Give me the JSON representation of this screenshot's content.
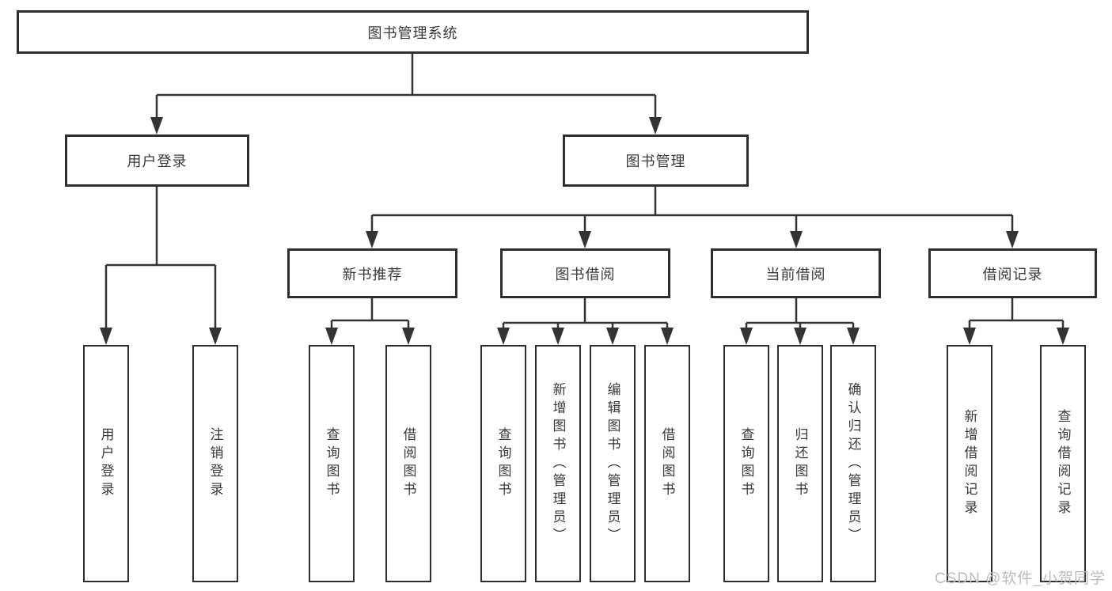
{
  "diagram": {
    "root": {
      "label": "图书管理系统"
    },
    "level2": [
      {
        "label": "用户登录"
      },
      {
        "label": "图书管理"
      }
    ],
    "level3": [
      {
        "label": "新书推荐"
      },
      {
        "label": "图书借阅"
      },
      {
        "label": "当前借阅"
      },
      {
        "label": "借阅记录"
      }
    ],
    "leaves": {
      "user_login": [
        {
          "label": "用户登录"
        },
        {
          "label": "注销登录"
        }
      ],
      "new_book": [
        {
          "label": "查询图书"
        },
        {
          "label": "借阅图书"
        }
      ],
      "book_borrow": [
        {
          "label": "查询图书"
        },
        {
          "label": "新增图书（管理员）"
        },
        {
          "label": "编辑图书（管理员）"
        },
        {
          "label": "借阅图书"
        }
      ],
      "current_borrow": [
        {
          "label": "查询图书"
        },
        {
          "label": "归还图书"
        },
        {
          "label": "确认归还（管理员）"
        }
      ],
      "borrow_records": [
        {
          "label": "新增借阅记录"
        },
        {
          "label": "查询借阅记录"
        }
      ]
    }
  },
  "watermark": {
    "text": "CSDN @软件_小贺同学"
  },
  "colors": {
    "line": "#333333",
    "box_border": "#2e2e2e",
    "text": "#3a3a3a",
    "watermark": "#bcbcbc",
    "background": "#ffffff"
  }
}
